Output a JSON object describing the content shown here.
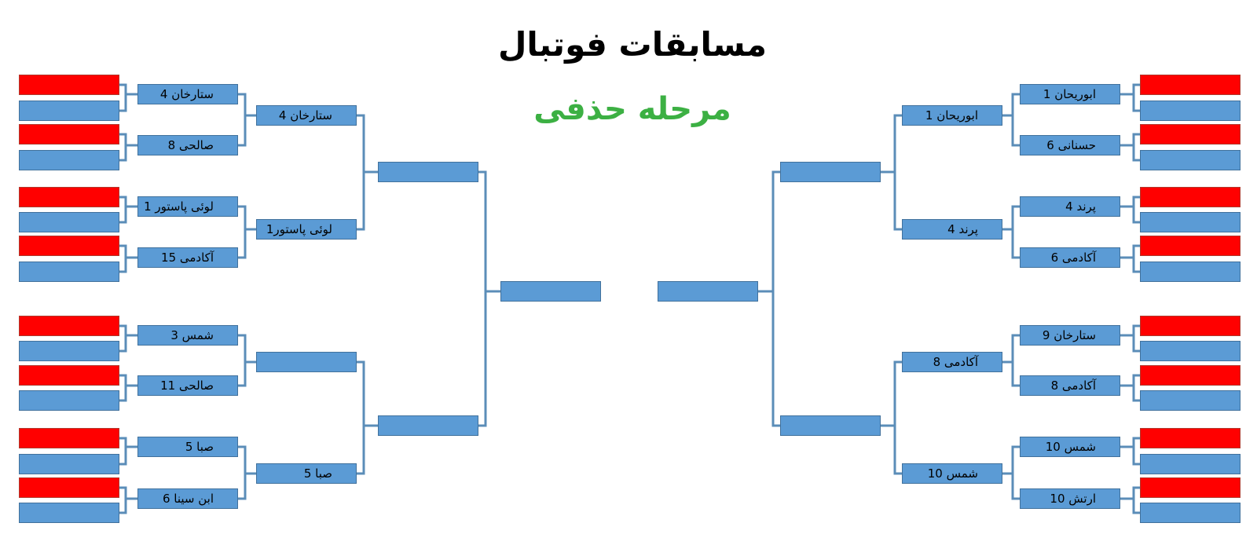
{
  "title": "مسابقات فوتبال",
  "subtitle": "مرحله حذفی",
  "colors": {
    "box_fill": "#5b9bd5",
    "box_border": "#41719c",
    "entry_red": "#ff0000",
    "connector": "#5b8db8",
    "subtitle": "#3cb043"
  },
  "left": {
    "round1": [
      "ستارخان 4",
      "صالحی 8",
      "لوئی پاستور 1",
      "آکادمی 15",
      "شمس 3",
      "صالحی 11",
      "صبا 5",
      "ابن سینا 6"
    ],
    "round2": [
      "ستارخان 4",
      "لوئی پاستور1",
      "",
      "صبا 5"
    ],
    "semi": [
      "",
      ""
    ],
    "final": ""
  },
  "right": {
    "round1": [
      "ابوریحان 1",
      "حسنانی 6",
      "پرند 4",
      "آکادمی 6",
      "ستارخان 9",
      "آکادمی 8",
      "شمس 10",
      "ارتش 10"
    ],
    "round2": [
      "ابوریحان 1",
      "پرند 4",
      "آکادمی 8",
      "شمس 10"
    ],
    "semi": [
      "",
      ""
    ],
    "final": ""
  }
}
